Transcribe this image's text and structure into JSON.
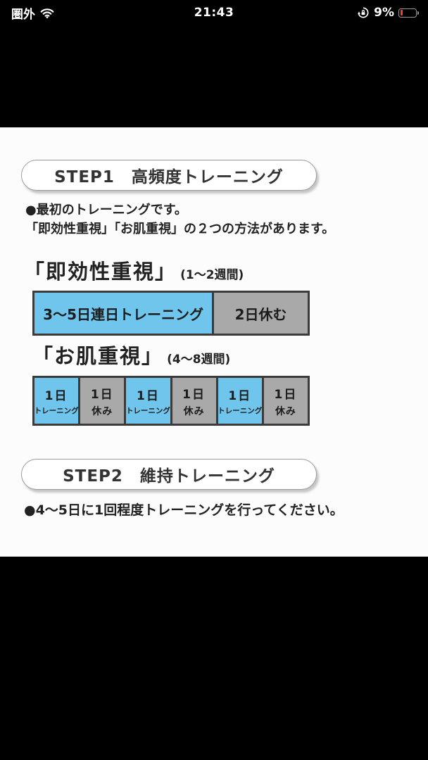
{
  "status_bar": {
    "carrier": "圏外",
    "time": "21:43",
    "battery_percent": "9%"
  },
  "colors": {
    "cell_blue": "#6fc5ec",
    "cell_gray": "#a9a9a9",
    "bar_border": "#3b3b3b",
    "ink": "#222222",
    "battery_level": "#ff3b30"
  },
  "guide": {
    "step1": {
      "title": "STEP1　高頻度トレーニング",
      "intro_line1": "●最初のトレーニングです。",
      "intro_line2": "「即効性重視」「お肌重視」の２つの方法があります。",
      "method1": {
        "name": "「即効性重視」",
        "duration": "(1～2週間)",
        "bar": [
          {
            "label": "3～5日連日トレーニング",
            "width_pct": 65
          },
          {
            "label": "2日休む",
            "width_pct": 35
          }
        ]
      },
      "method2": {
        "name": "「お肌重視」",
        "duration": "(4～8週間)",
        "cells": [
          {
            "line1": "1日",
            "line2": "トレーニング"
          },
          {
            "line1": "1日",
            "line2": "休み"
          },
          {
            "line1": "1日",
            "line2": "トレーニング"
          },
          {
            "line1": "1日",
            "line2": "休み"
          },
          {
            "line1": "1日",
            "line2": "トレーニング"
          },
          {
            "line1": "1日",
            "line2": "休み"
          }
        ]
      }
    },
    "step2": {
      "title": "STEP2　維持トレーニング",
      "note": "●4～5日に1回程度トレーニングを行ってください。"
    }
  }
}
